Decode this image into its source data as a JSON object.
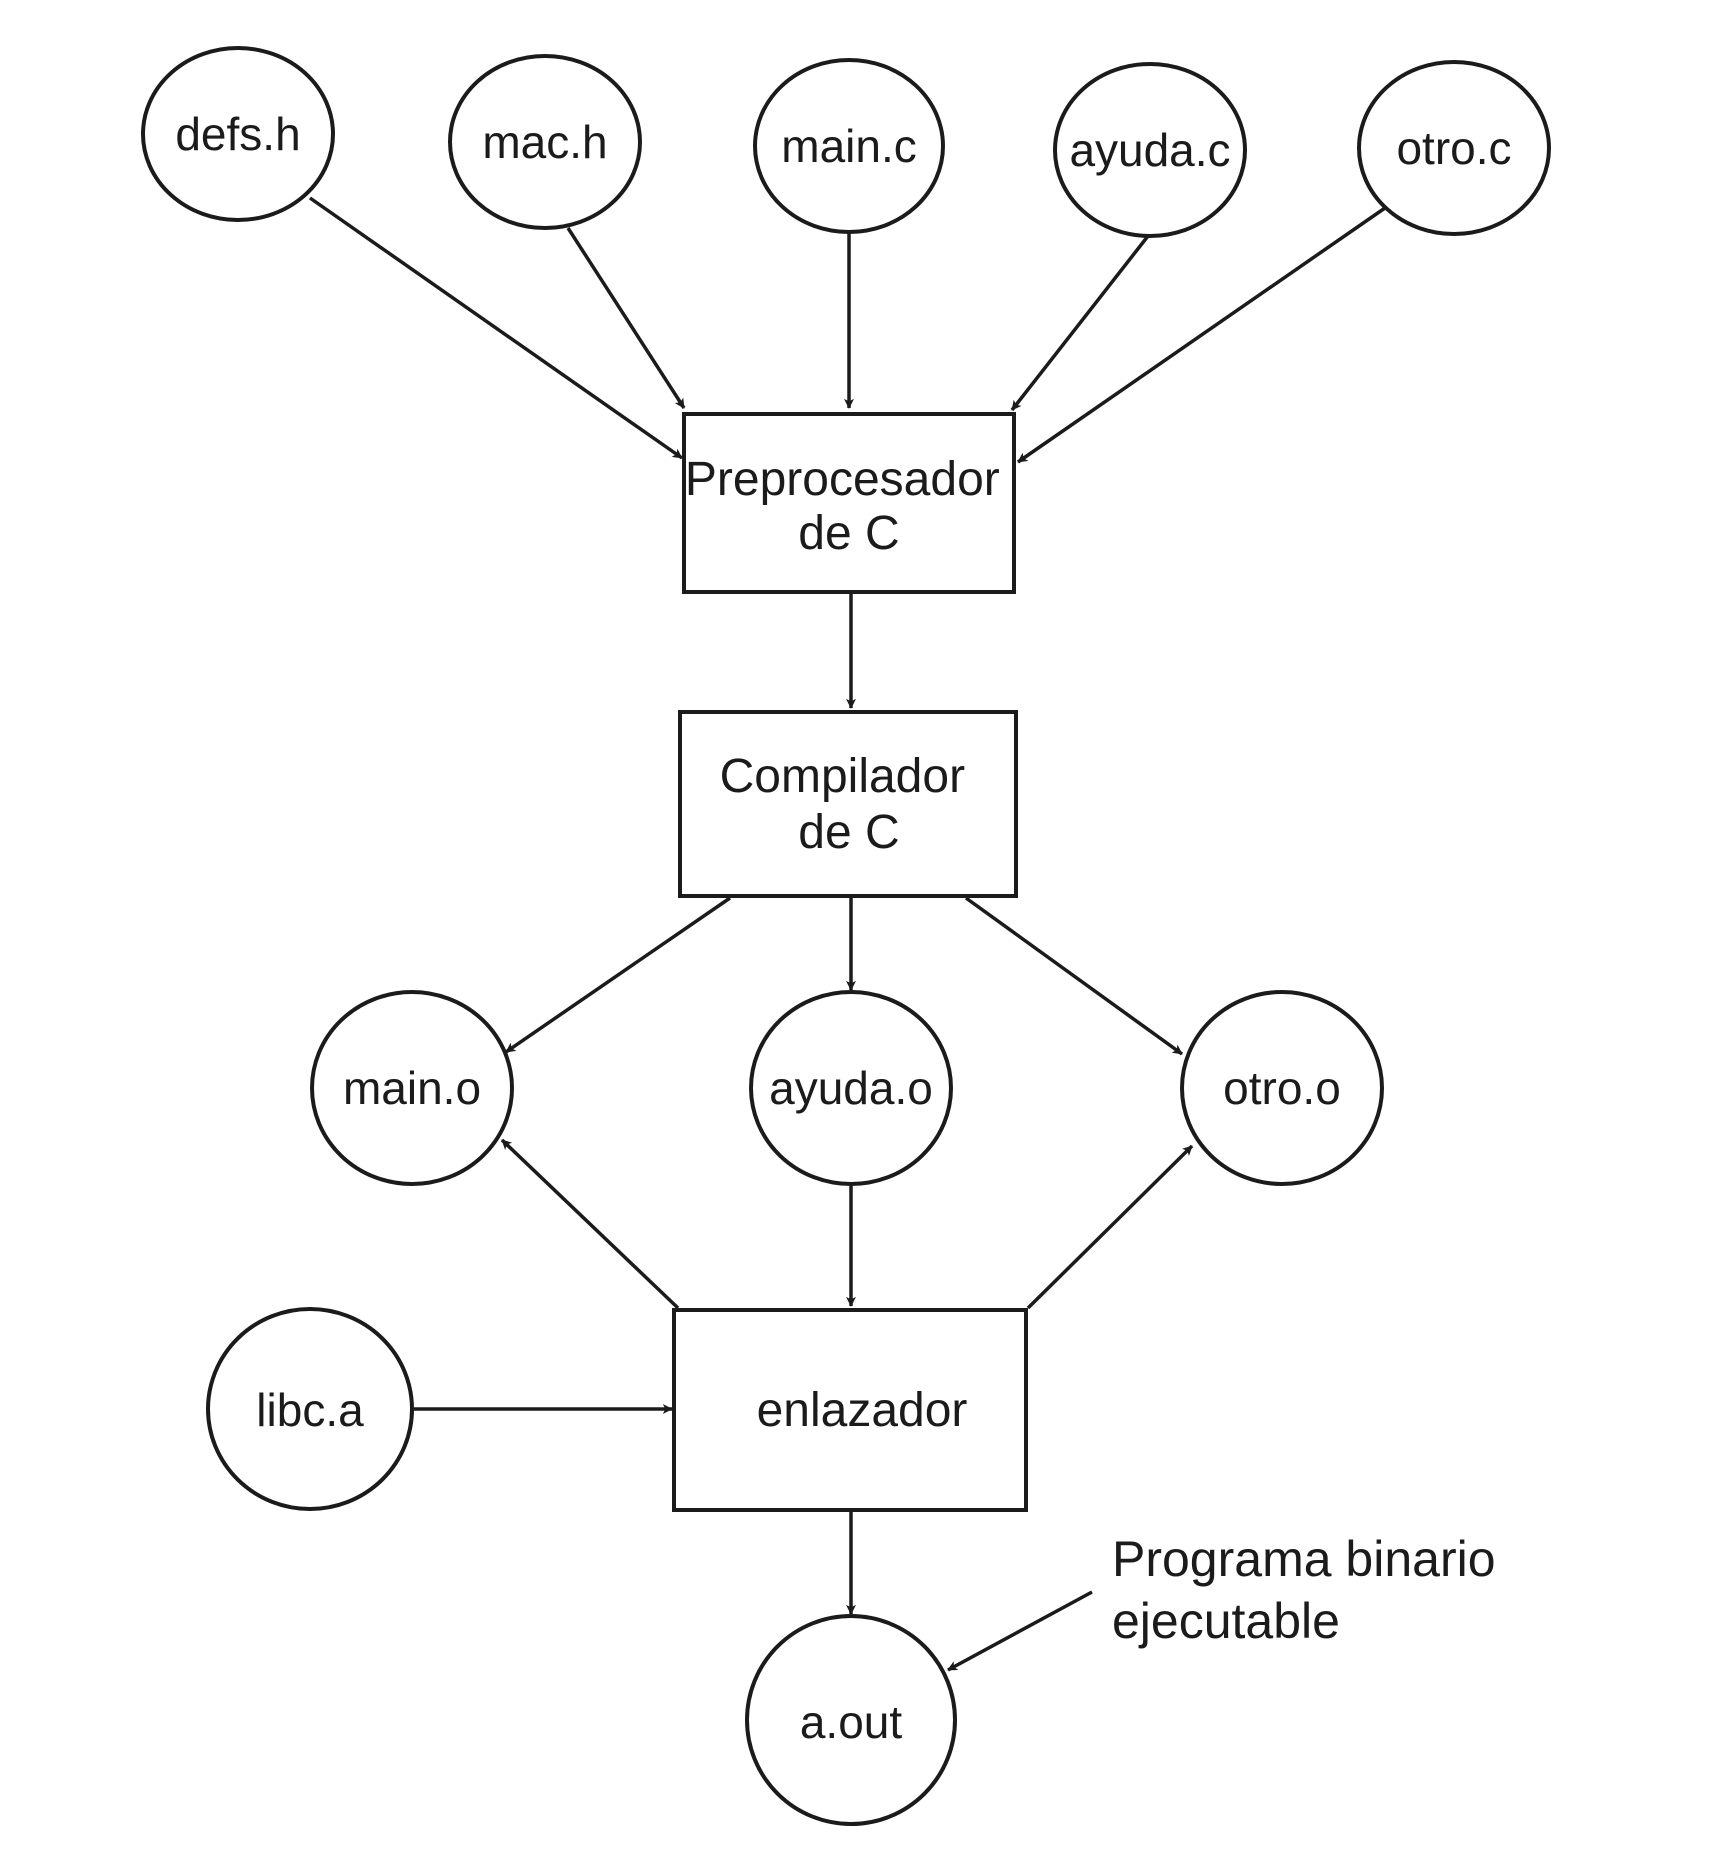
{
  "nodes": {
    "defs_h": "defs.h",
    "mac_h": "mac.h",
    "main_c": "main.c",
    "ayuda_c": "ayuda.c",
    "otro_c": "otro.c",
    "preprocesador": [
      "Preprocesador",
      "de C"
    ],
    "compilador": [
      "Compilador",
      "de C"
    ],
    "main_o": "main.o",
    "ayuda_o": "ayuda.o",
    "otro_o": "otro.o",
    "libc_a": "libc.a",
    "enlazador": "enlazador",
    "a_out": "a.out"
  },
  "annotation": [
    "Programa binario",
    "ejecutable"
  ],
  "colors": {
    "stroke": "#1b1b1b",
    "background": "#ffffff"
  }
}
